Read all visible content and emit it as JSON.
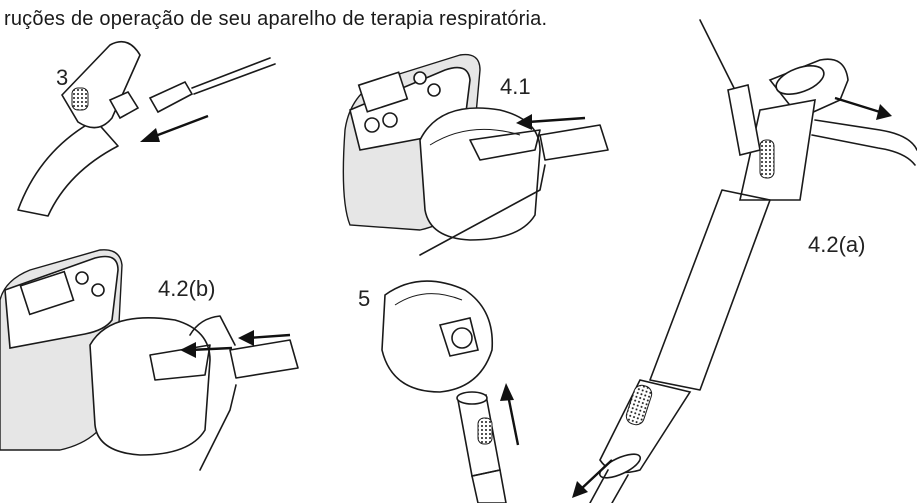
{
  "caption": "ruções de operação de seu aparelho de terapia respiratória.",
  "labels": {
    "step3": "3",
    "step4_1": "4.1",
    "step4_2a": "4.2(a)",
    "step4_2b": "4.2(b)",
    "step5": "5"
  }
}
